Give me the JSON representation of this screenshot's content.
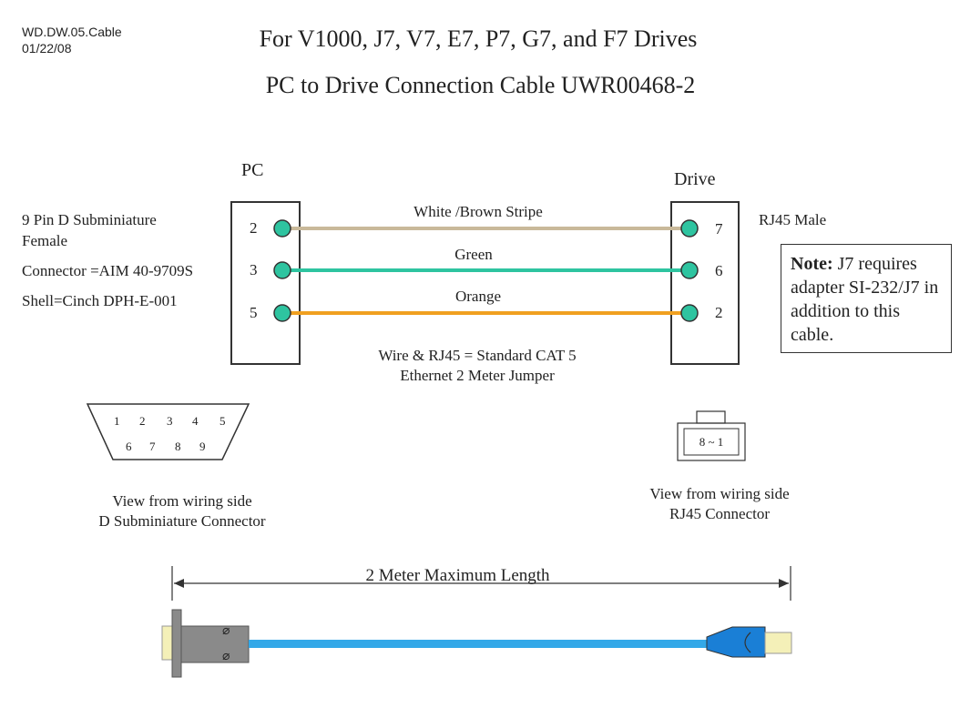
{
  "header": {
    "doc_id": "WD.DW.05.Cable",
    "date": "01/22/08",
    "title": "For V1000, J7, V7, E7, P7, G7, and  F7 Drives",
    "subtitle": "PC to Drive Connection Cable UWR00468-2"
  },
  "pc": {
    "label": "PC",
    "desc_line1": "9 Pin D Subminiature",
    "desc_line2": "Female",
    "connector": "Connector =AIM 40-9709S",
    "shell": "Shell=Cinch DPH-E-001",
    "pins": [
      "2",
      "3",
      "5"
    ]
  },
  "drive": {
    "label": "Drive",
    "desc": "RJ45  Male",
    "pins": [
      "7",
      "6",
      "2"
    ]
  },
  "wires": [
    {
      "label": "White /Brown Stripe",
      "color": "#c9b99a"
    },
    {
      "label": "Green",
      "color": "#2ec4a0"
    },
    {
      "label": "Orange",
      "color": "#f0a020"
    }
  ],
  "wire_note": {
    "line1": "Wire & RJ45 = Standard CAT 5",
    "line2": "Ethernet 2 Meter Jumper"
  },
  "note": {
    "bold": "Note:",
    "text": " J7 requires adapter SI-232/J7 in addition to this cable."
  },
  "dsub_view": {
    "top_pins": [
      "1",
      "2",
      "3",
      "4",
      "5"
    ],
    "bottom_pins": [
      "6",
      "7",
      "8",
      "9"
    ],
    "caption1": "View from wiring side",
    "caption2": "D Subminiature Connector"
  },
  "rj45_view": {
    "pin_label": "8 ~ 1",
    "caption1": "View from wiring side",
    "caption2": "RJ45 Connector"
  },
  "cable": {
    "length_label": "2 Meter Maximum Length",
    "cable_color": "#33a8e8",
    "plug_color": "#1a7fd6",
    "terminal_color": "#f4f0b8",
    "dsub_body_color": "#8a8a8a",
    "pin_fill_color": "#2ec4a0"
  }
}
